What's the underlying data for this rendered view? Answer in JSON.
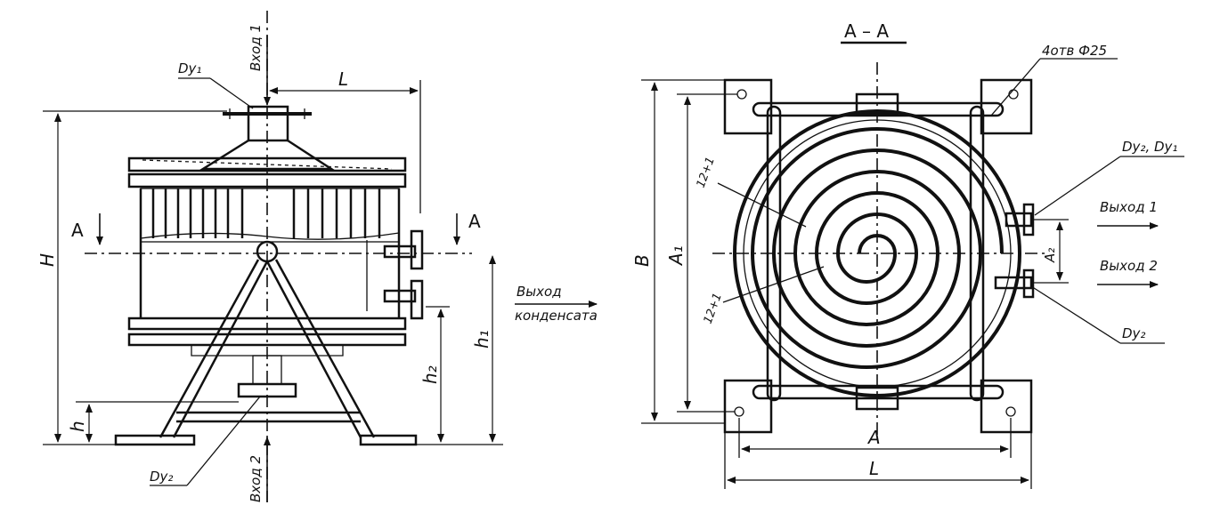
{
  "left_view": {
    "inlet1": "Вход 1",
    "inlet2": "Вход 2",
    "dy1": "Dy₁",
    "dy2": "Dy₂",
    "dim_L": "L",
    "dim_H": "H",
    "dim_h": "h",
    "dim_h1": "h₁",
    "dim_h2": "h₂",
    "section_A_left": "A",
    "section_A_right": "A",
    "condensate_line1": "Выход",
    "condensate_line2": "конденсата"
  },
  "right_view": {
    "section_title": "A – A",
    "holes": "4отв Ф25",
    "dy21": "Dy₂, Dy₁",
    "dy2": "Dy₂",
    "outlet1": "Выход 1",
    "outlet2": "Выход 2",
    "turns1": "12+1",
    "turns2": "12+1",
    "dim_B": "B",
    "dim_A1": "A₁",
    "dim_A2": "A₂",
    "dim_A": "A",
    "dim_L": "L"
  }
}
